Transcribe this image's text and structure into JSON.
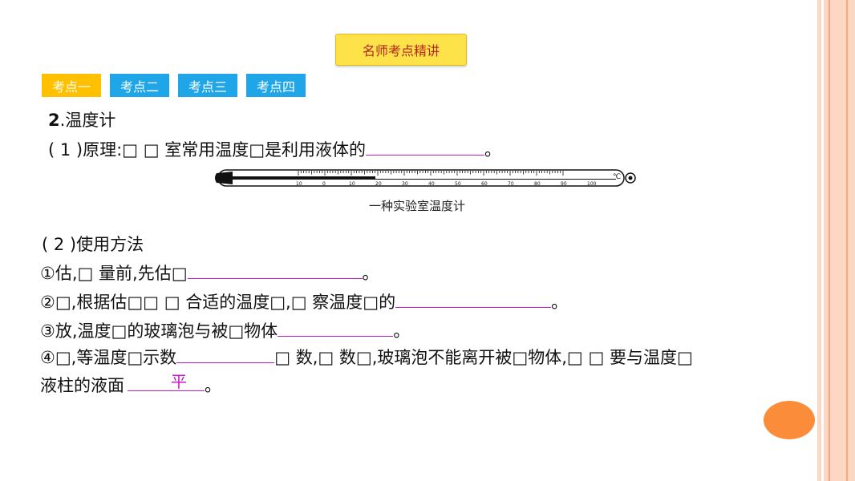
{
  "header": {
    "title": "名师考点精讲"
  },
  "tabs": [
    "考点一",
    "考点二",
    "考点三",
    "考点四"
  ],
  "content": {
    "heading_num": "2",
    "heading_text": ".温度计",
    "p1_prefix": "( 1 )原理:□ □ 室常用温度□是利用液体的",
    "p1_end": "。",
    "figure_caption": "一种实验室温度计",
    "p2": "( 2 )使用方法",
    "i1_prefix": "①估,□ 量前,先估□",
    "i1_end": "。",
    "i2_prefix": "②□,根据估□□ □ 合适的温度□,□ 察温度□的",
    "i2_end": "。",
    "i3_prefix": "③放,温度□的玻璃泡与被□物体",
    "i3_end": "。",
    "i4_prefix": "④□,等温度□示数",
    "i4_suffix": "□ 数,□ 数□,玻璃泡不能离开被□物体,□ □ 要与温度□",
    "i5_prefix": "液柱的液面",
    "i5_answer": "平",
    "i5_end": "。"
  },
  "thermometer": {
    "scale_labels": [
      "10",
      "0",
      "10",
      "20",
      "30",
      "40",
      "50",
      "60",
      "70",
      "80",
      "90",
      "100"
    ],
    "unit": "℃"
  },
  "colors": {
    "blank_underline": "#c21cc4",
    "tab_active": "#ffc000",
    "tab_normal": "#1fa6e8",
    "title_bg": "#fde24a"
  }
}
